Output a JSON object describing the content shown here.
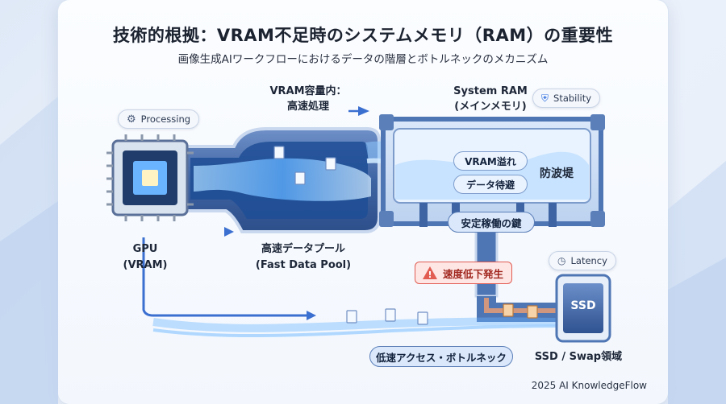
{
  "title": "技術的根拠：VRAM不足時のシステムメモリ（RAM）の重要性",
  "subtitle": "画像生成AIワークフローにおけるデータの階層とボトルネックのメカニズム",
  "gpu": {
    "line1": "GPU",
    "line2": "(VRAM)",
    "chip": "Processing"
  },
  "vram_flow": {
    "line1": "VRAM容量内：",
    "line2": "高速処理"
  },
  "pool": {
    "line1": "高速データプール",
    "line2": "(Fast Data Pool)"
  },
  "ram": {
    "line1": "System RAM",
    "line2": "(メインメモリ)",
    "chip": "Stability",
    "overflow": "VRAM溢れ",
    "evac": "データ待避",
    "breakwater": "防波堤",
    "key": "安定稼働の鍵"
  },
  "warning": {
    "text": "速度低下発生",
    "icon": "!"
  },
  "ssd": {
    "label": "SSD",
    "caption": "SSD / Swap領域",
    "chip": "Latency"
  },
  "bottleneck": "低速アクセス・ボトルネック",
  "footer": "2025 AI KnowledgeFlow",
  "colors": {
    "accent": "#2f6fe0",
    "warning": "#e25c52",
    "pipe": "#4f76b4"
  }
}
